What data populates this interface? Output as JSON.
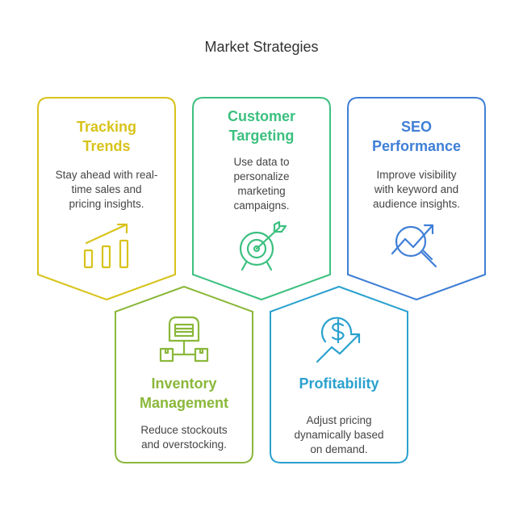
{
  "title": "Market Strategies",
  "colors": {
    "tracking": "#d8c31b",
    "customer": "#3cc07f",
    "seo": "#3f7fd6",
    "inventory": "#8ab83a",
    "profitability": "#2aa1cf"
  },
  "cards": [
    {
      "heading": "Tracking\nTrends",
      "description": "Stay ahead with real-\ntime sales and\npricing insights.",
      "icon": "bar-chart-growth-icon"
    },
    {
      "heading": "Customer\nTargeting",
      "description": "Use data to\npersonalize\nmarketing\ncampaigns.",
      "icon": "target-arrow-icon"
    },
    {
      "heading": "SEO\nPerformance",
      "description": "Improve visibility\nwith keyword and\naudience insights.",
      "icon": "magnifier-trend-icon"
    },
    {
      "heading": "Inventory\nManagement",
      "description": "Reduce stockouts\nand overstocking.",
      "icon": "warehouse-boxes-icon"
    },
    {
      "heading": "Profitability",
      "description": "Adjust pricing\ndynamically based\non demand.",
      "icon": "dollar-growth-icon"
    }
  ]
}
